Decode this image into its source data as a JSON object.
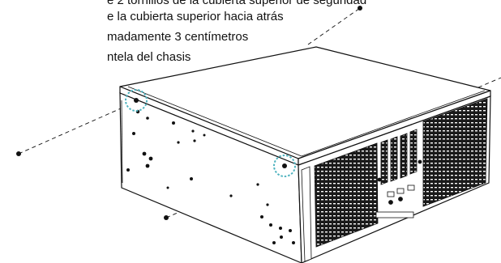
{
  "instructions": [
    "...e 2 tornillos de la cubierta superior de seguridad",
    "...e la cubierta superior hacia atrás",
    "...madamente 3 centímetros",
    "...ntela del chasis"
  ],
  "visible_text": [
    "e 2 tornillos de la cubierta superior de seguridad",
    "e la cubierta superior hacia atrás",
    "madamente 3 centímetros",
    "ntela del chasis"
  ],
  "colors": {
    "outline": "#111111",
    "highlight_circle": "#4fb3bf",
    "vent_fill": "#1a1a1a"
  },
  "icons": [
    "screw-icon",
    "dashed-highlight-circle",
    "front-io-ports"
  ]
}
